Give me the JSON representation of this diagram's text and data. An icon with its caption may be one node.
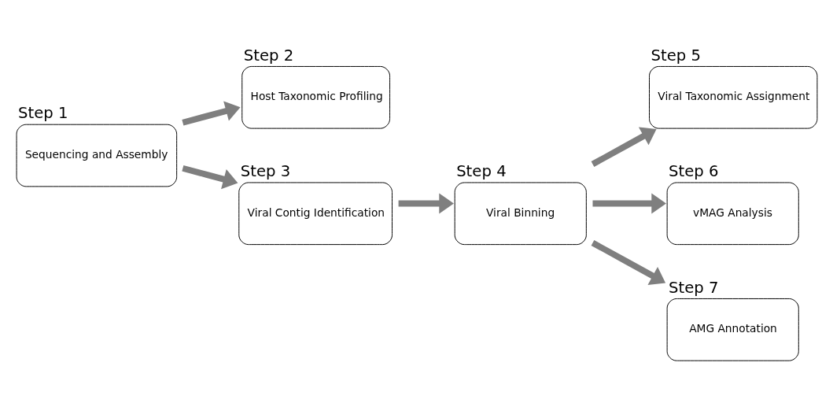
{
  "diagram": {
    "nodes": [
      {
        "text": [
          "Step 1",
          "Sequencing and Assembly"
        ]
      },
      {
        "text": [
          "Step 2",
          "Host Taxonomic Profiling"
        ]
      },
      {
        "text": [
          "Step 3",
          "Viral Contig Identification"
        ]
      },
      {
        "text": [
          "Step 4",
          "Viral Binning"
        ]
      },
      {
        "text": [
          "Step 5",
          "Viral Taxonomic Assignment"
        ]
      },
      {
        "text": [
          "Step 6",
          "vMAG Analysis"
        ]
      },
      {
        "text": [
          "Step 7",
          "AMG Annotation"
        ]
      }
    ],
    "edges": [
      {
        "from": 0,
        "to": 1,
        "arrow": "to"
      },
      {
        "from": 0,
        "to": 2,
        "arrow": "to"
      },
      {
        "from": 2,
        "to": 3,
        "arrow": "to"
      },
      {
        "from": 3,
        "to": 4,
        "arrow": "to"
      },
      {
        "from": 3,
        "to": 6,
        "arrow": "to"
      },
      {
        "from": 3,
        "to": 5,
        "arrow": "to"
      }
    ]
  }
}
